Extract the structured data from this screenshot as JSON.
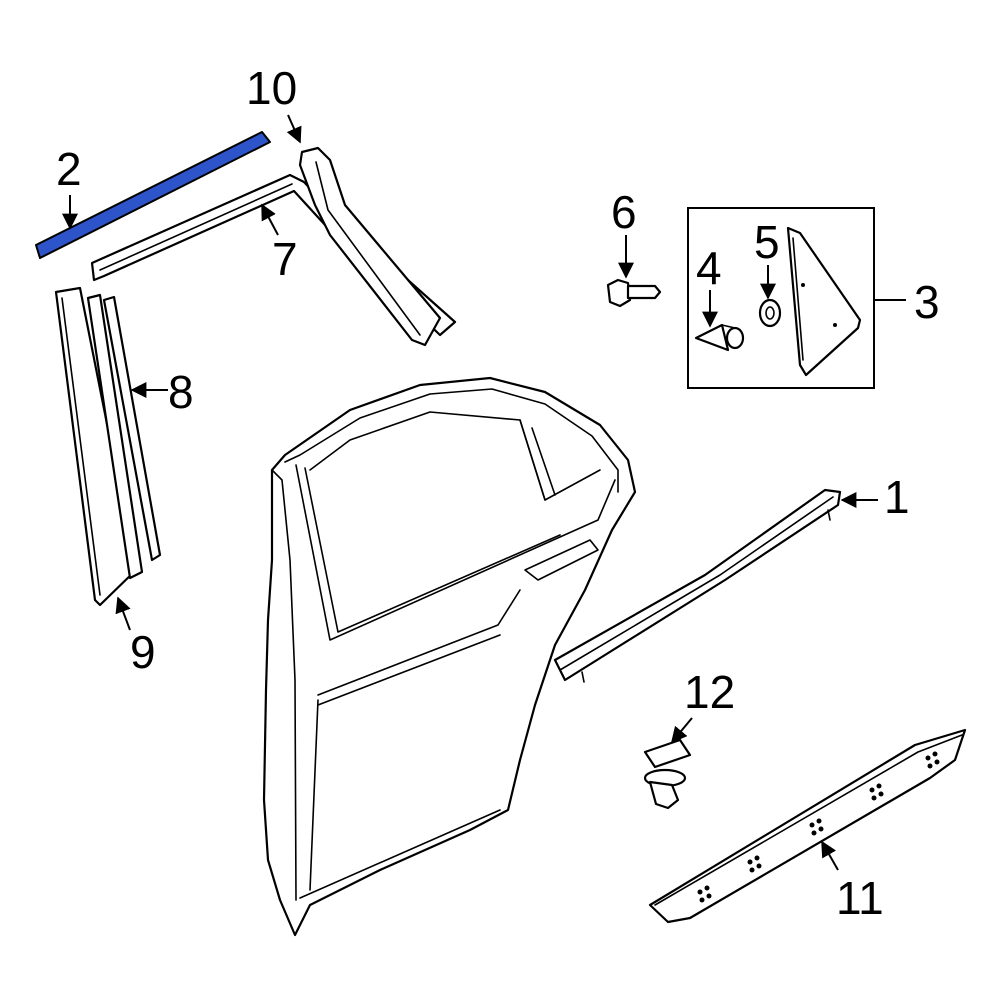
{
  "callouts": {
    "c1": "1",
    "c2": "2",
    "c3": "3",
    "c4": "4",
    "c5": "5",
    "c6": "6",
    "c7": "7",
    "c8": "8",
    "c9": "9",
    "c10": "10",
    "c11": "11",
    "c12": "12"
  },
  "colors": {
    "highlight_fill": "#2d54c8",
    "line": "#000000",
    "background": "#ffffff"
  },
  "highlighted_part": "2"
}
